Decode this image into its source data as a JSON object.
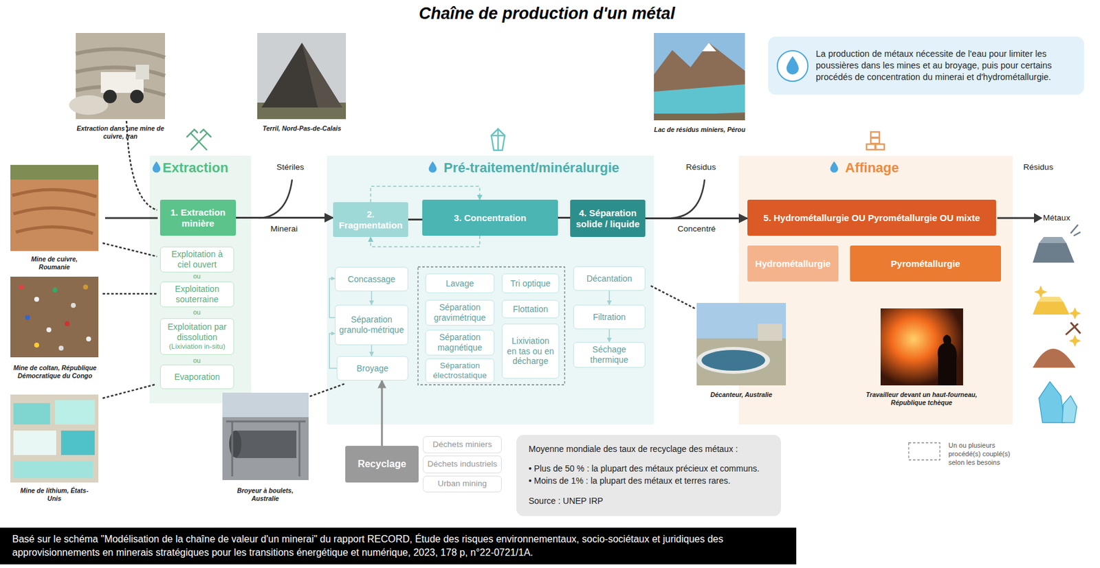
{
  "diagram": {
    "title": "Chaîne de production d'un métal",
    "caption": "Basé sur le schéma \"Modélisation de la chaîne de valeur d'un minerai\" du rapport RECORD, Étude des risques environnementaux, socio-sociétaux et juridiques des approvisionnements en minerais stratégiques pour les transitions énergétique et numérique, 2023, 178 p, n°22-0721/1A.",
    "nodes": [
      {
        "text": [
          "Extraction"
        ]
      },
      {
        "text": [
          "1. Extraction minière"
        ],
        "in": 0
      },
      {
        "text": [
          "Exploitation à ciel ouvert"
        ],
        "in": 0
      },
      {
        "text": [
          "Exploitation souterraine"
        ],
        "in": 0
      },
      {
        "text": [
          "Exploitation par dissolution",
          "(Lixiviation in-situ)"
        ],
        "in": 0
      },
      {
        "text": [
          "Evaporation"
        ],
        "in": 0
      },
      {
        "text": [
          "Pré-traitement/minéralurgie"
        ]
      },
      {
        "text": [
          "2. Fragmentation"
        ],
        "in": 6
      },
      {
        "text": [
          "3. Concentration"
        ],
        "in": 6
      },
      {
        "text": [
          "4. Séparation solide / liquide"
        ],
        "in": 6
      },
      {
        "text": [
          "Concassage"
        ],
        "in": 6
      },
      {
        "text": [
          "Séparation granulo-métrique"
        ],
        "in": 6
      },
      {
        "text": [
          "Broyage"
        ],
        "in": 6
      },
      {
        "text": [
          "Lavage"
        ],
        "in": 6
      },
      {
        "text": [
          "Tri optique"
        ],
        "in": 6
      },
      {
        "text": [
          "Séparation gravimétrique"
        ],
        "in": 6
      },
      {
        "text": [
          "Flottation"
        ],
        "in": 6
      },
      {
        "text": [
          "Séparation magnétique"
        ],
        "in": 6
      },
      {
        "text": [
          "Lixiviation en tas ou en décharge"
        ],
        "in": 6
      },
      {
        "text": [
          "Séparation électrostatique"
        ],
        "in": 6
      },
      {
        "text": [
          "Décantation"
        ],
        "in": 6
      },
      {
        "text": [
          "Filtration"
        ],
        "in": 6
      },
      {
        "text": [
          "Séchage thermique"
        ],
        "in": 6
      },
      {
        "text": [
          "Affinage"
        ]
      },
      {
        "text": [
          "5. Hydrométallurgie OU Pyrométallurgie OU mixte"
        ],
        "in": 23
      },
      {
        "text": [
          "Hydrométallurgie"
        ],
        "in": 23
      },
      {
        "text": [
          "Pyrométallurgie"
        ],
        "in": 23
      },
      {
        "text": [
          "Recyclage"
        ]
      },
      {
        "text": [
          "Déchets miniers"
        ]
      },
      {
        "text": [
          "Déchets industriels"
        ]
      },
      {
        "text": [
          "Urban mining"
        ]
      },
      {
        "text": [
          "La production de métaux nécessite de l'eau pour limiter les poussières dans les mines et au broyage, puis pour certains procédés de concentration du minerai et d'hydrométallurgie."
        ]
      },
      {
        "text": [
          "Moyenne mondiale des taux de recyclage des métaux :",
          "• Plus de 50 % : la plupart des métaux précieux et communs.",
          "• Moins de 1% : la plupart des métaux et terres rares.",
          "Source : UNEP IRP"
        ]
      }
    ],
    "edges": [
      {
        "from": 1,
        "to": 7,
        "label": "Minerai",
        "arrow": "to"
      },
      {
        "from": 7,
        "to": 8,
        "arrow": "none"
      },
      {
        "from": 8,
        "to": 9,
        "arrow": "none"
      },
      {
        "from": 9,
        "to": 24,
        "label": "Concentré",
        "arrow": "to"
      },
      {
        "from": 10,
        "to": 11,
        "arrow": "to"
      },
      {
        "from": 11,
        "to": 12,
        "arrow": "to"
      },
      {
        "from": 20,
        "to": 21,
        "arrow": "to"
      },
      {
        "from": 21,
        "to": 22,
        "arrow": "to"
      },
      {
        "from": 27,
        "to": 12,
        "arrow": "to"
      },
      {
        "from": 7,
        "to": 8,
        "arrow": "to"
      },
      {
        "from": 8,
        "to": 7,
        "arrow": "to"
      },
      {
        "from": 11,
        "to": 10,
        "arrow": "to"
      },
      {
        "from": 12,
        "to": 11,
        "arrow": "to"
      }
    ],
    "labels": [
      "Extraction dans une mine de cuivre, Iran",
      "Terril, Nord-Pas-de-Calais",
      "Lac de résidus miniers, Pérou",
      "Mine de cuivre, Roumanie",
      "Mine de coltan, République Démocratique du Congo",
      "Mine de lithium, États-Unis",
      "Broyeur à boulets, Australie",
      "Décanteur, Australie",
      "Travailleur devant un haut-fourneau, République tchèque",
      "Stériles",
      "Résidus",
      "Résidus",
      "Métaux",
      "ou",
      "ou",
      "ou"
    ],
    "legend": [
      {
        "text": "Un ou plusieurs procédé(s) couplé(s) selon les besoins"
      }
    ]
  }
}
